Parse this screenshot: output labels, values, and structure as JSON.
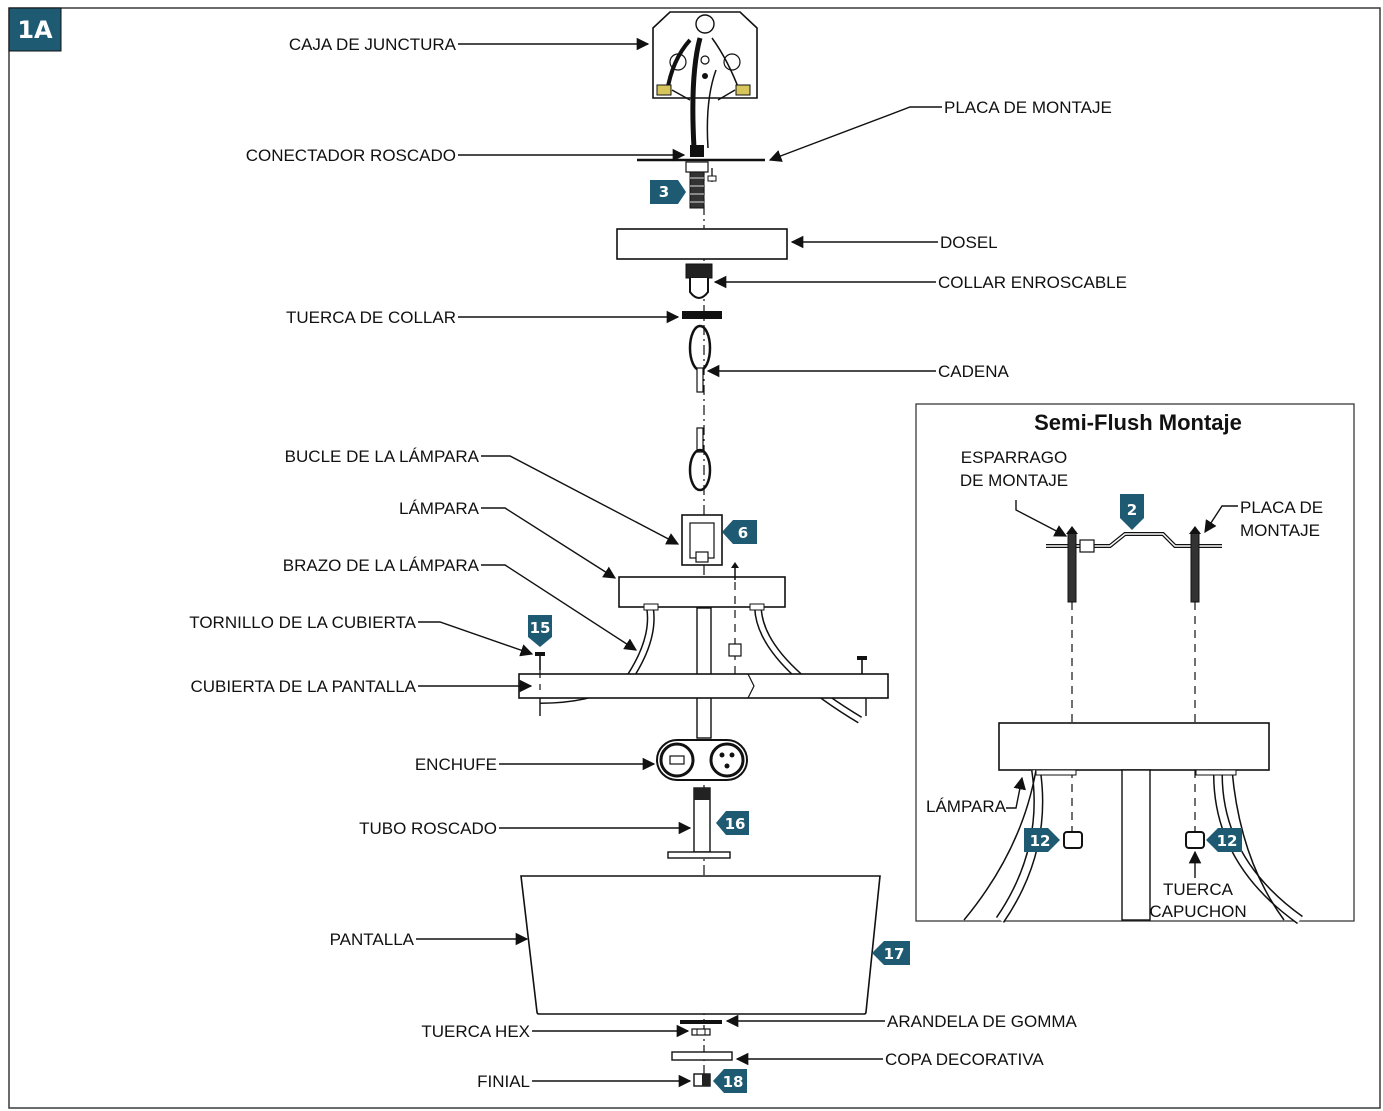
{
  "figure_id": "1A",
  "colors": {
    "badge": "#1f5a73",
    "ink": "#111111",
    "frame": "#3a3a3a"
  },
  "labels": {
    "caja_de_junctura": "CAJA DE JUNCTURA",
    "placa_de_montaje": "PLACA DE MONTAJE",
    "conectador_roscado": "CONECTADOR ROSCADO",
    "dosel": "DOSEL",
    "collar_enroscable": "COLLAR ENROSCABLE",
    "tuerca_de_collar": "TUERCA DE COLLAR",
    "cadena": "CADENA",
    "bucle_de_la_lampara": "BUCLE DE LA LÁMPARA",
    "lampara": "LÁMPARA",
    "brazo_de_la_lampara": "BRAZO DE LA LÁMPARA",
    "tornillo_de_la_cubierta": "TORNILLO DE LA CUBIERTA",
    "cubierta_de_la_pantalla": "CUBIERTA DE LA PANTALLA",
    "enchufe": "ENCHUFE",
    "tubo_roscado": "TUBO ROSCADO",
    "pantalla": "PANTALLA",
    "arandela_de_gomma": "ARANDELA DE GOMMA",
    "tuerca_hex": "TUERCA HEX",
    "copa_decorativa": "COPA DECORATIVA",
    "finial": "FINIAL"
  },
  "steps": {
    "s3": "3",
    "s6": "6",
    "s15": "15",
    "s16": "16",
    "s17": "17",
    "s18": "18"
  },
  "inset": {
    "title": "Semi-Flush Montaje",
    "esparrago_line1": "ESPARRAGO",
    "esparrago_line2": "DE MONTAJE",
    "placa_line1": "PLACA DE",
    "placa_line2": "MONTAJE",
    "lampara": "LÁMPARA",
    "tuerca_line1": "TUERCA",
    "tuerca_line2": "CAPUCHON",
    "step_2": "2",
    "step_12_left": "12",
    "step_12_right": "12"
  }
}
